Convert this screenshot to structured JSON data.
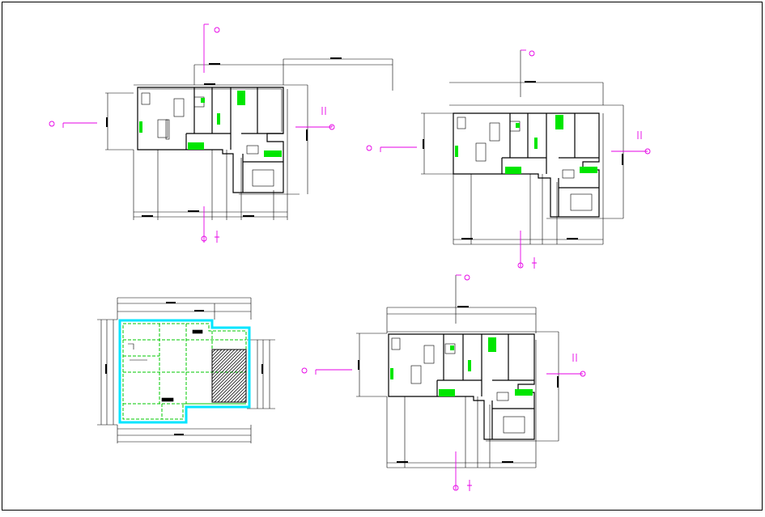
{
  "sheet": {
    "background": "#ffffff",
    "line_color": "#000000",
    "section_marker_color": "#e600e6",
    "fixture_color": "#00e600",
    "slab_outline_color": "#00e5ff",
    "grid_color": "#00c800"
  },
  "views": [
    {
      "id": "plan-top-left",
      "kind": "floor-plan"
    },
    {
      "id": "plan-top-right",
      "kind": "floor-plan"
    },
    {
      "id": "foundation-plan",
      "kind": "foundation-plan"
    },
    {
      "id": "plan-bottom-right",
      "kind": "floor-plan"
    }
  ],
  "icons": [
    "section-marker-icon",
    "north-arrow-icon"
  ]
}
